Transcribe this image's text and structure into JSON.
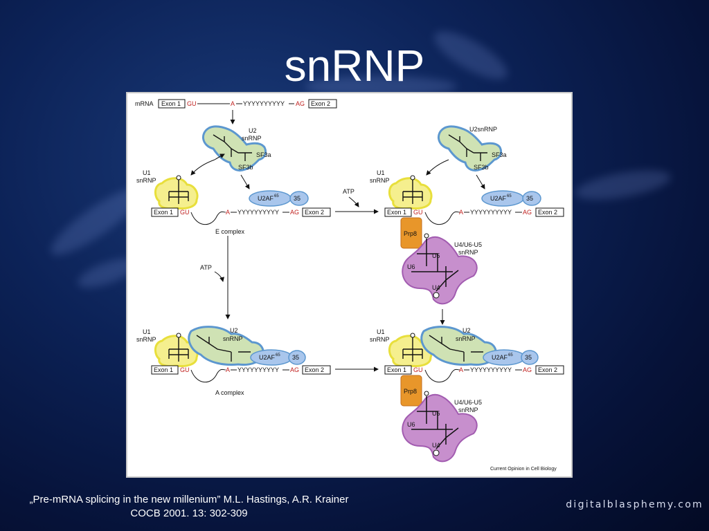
{
  "slide": {
    "title": "snRNP",
    "citation_line1": "„Pre-mRNA splicing in the new millenium” M.L. Hastings, A.R. Krainer",
    "citation_line2": "COCB 2001. 13: 302-309",
    "brand": "digitalblasphemy.com"
  },
  "figure": {
    "credit": "Current Opinion in Cell Biology",
    "mrna_label": "mRNA",
    "exon1": "Exon 1",
    "exon2": "Exon 2",
    "gu": "GU",
    "a": "A",
    "poly_y": "YYYYYYYYYY",
    "ag": "AG",
    "u2": "U2",
    "snrnp": "snRNP",
    "u2snrnp": "U2snRNP",
    "u1": "U1",
    "sf3a": "SF3a",
    "sf3b": "SF3b",
    "u2af": "U2AF",
    "u2af_sup": "65",
    "u2af35": "35",
    "atp": "ATP",
    "e_complex": "E complex",
    "a_complex": "A complex",
    "prp8": "Prp8",
    "u4u6u5": "U4/U6-U5",
    "u5": "U5",
    "u6": "U6",
    "u4": "U4"
  },
  "colors": {
    "u1_fill": "#f5ef8e",
    "u1_edge": "#e8df3c",
    "u2_fill": "#cfe2b4",
    "u2_edge": "#5c97cf",
    "u2af_fill": "#a9c6ec",
    "prp8_fill": "#e8962a",
    "tri_fill": "#c78fcd",
    "tri_edge": "#a25cb0",
    "red": "#c0211f"
  }
}
